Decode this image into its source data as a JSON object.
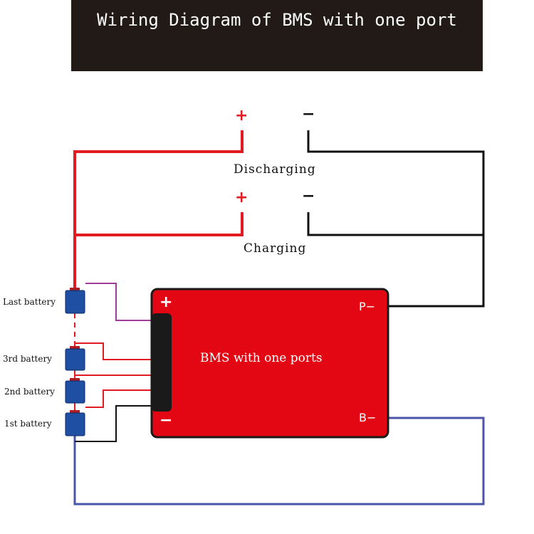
{
  "title": "Wiring Diagram of BMS with one port",
  "labels": {
    "discharging": "Discharging",
    "charging": "Charging",
    "plus": "+",
    "minus": "−"
  },
  "bms": {
    "name": "BMS with one ports",
    "plus": "+",
    "minus": "−",
    "p_minus": "P−",
    "b_minus": "B−"
  },
  "batteries": [
    {
      "label": "Last battery"
    },
    {
      "label": "3rd battery"
    },
    {
      "label": "2nd battery"
    },
    {
      "label": "1st battery"
    }
  ],
  "colors": {
    "title_background": "#211a17",
    "positive_wire": "#e11b22",
    "negative_wire": "#111111",
    "sense_wire_last": "#a03c9a",
    "b_minus_wire": "#4a55a8",
    "bms_board": "#e30613",
    "battery_cell": "#1f4fa3"
  }
}
